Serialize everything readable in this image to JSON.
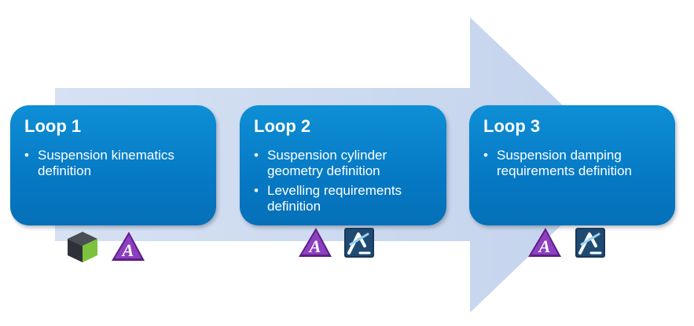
{
  "colors": {
    "arrow": "#c6d6ee",
    "box": "#0679c4",
    "text": "#ffffff",
    "cube_top": "#4a4e55",
    "cube_left": "#2e3238",
    "cube_right": "#7cc23c",
    "icon_a_purple": "#7a2fa8",
    "icon_tool_navy": "#17385a"
  },
  "loops": [
    {
      "title": "Loop 1",
      "bullets": [
        "Suspension kinematics definition"
      ],
      "icons": [
        "green-cube-icon",
        "purple-a-icon"
      ]
    },
    {
      "title": "Loop 2",
      "bullets": [
        "Suspension cylinder geometry definition",
        "Levelling requirements definition"
      ],
      "icons": [
        "purple-a-icon",
        "navy-tool-icon"
      ]
    },
    {
      "title": "Loop 3",
      "bullets": [
        "Suspension damping requirements definition"
      ],
      "icons": [
        "purple-a-icon",
        "navy-tool-icon"
      ]
    }
  ]
}
